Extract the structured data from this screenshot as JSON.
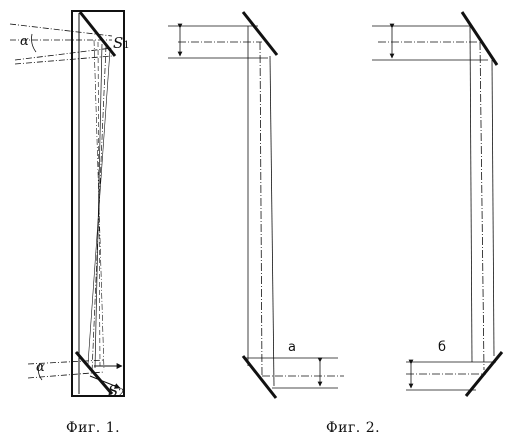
{
  "fig1": {
    "angle_top": "α",
    "angle_bottom": "α",
    "mirror_top": {
      "letter": "S",
      "index": "1"
    },
    "mirror_bottom": {
      "letter": "S",
      "index": "2"
    },
    "caption": "Фиг. 1."
  },
  "fig2": {
    "label_a": "а",
    "caption": "Фиг. 2."
  },
  "fig3": {
    "label_b": "б"
  }
}
